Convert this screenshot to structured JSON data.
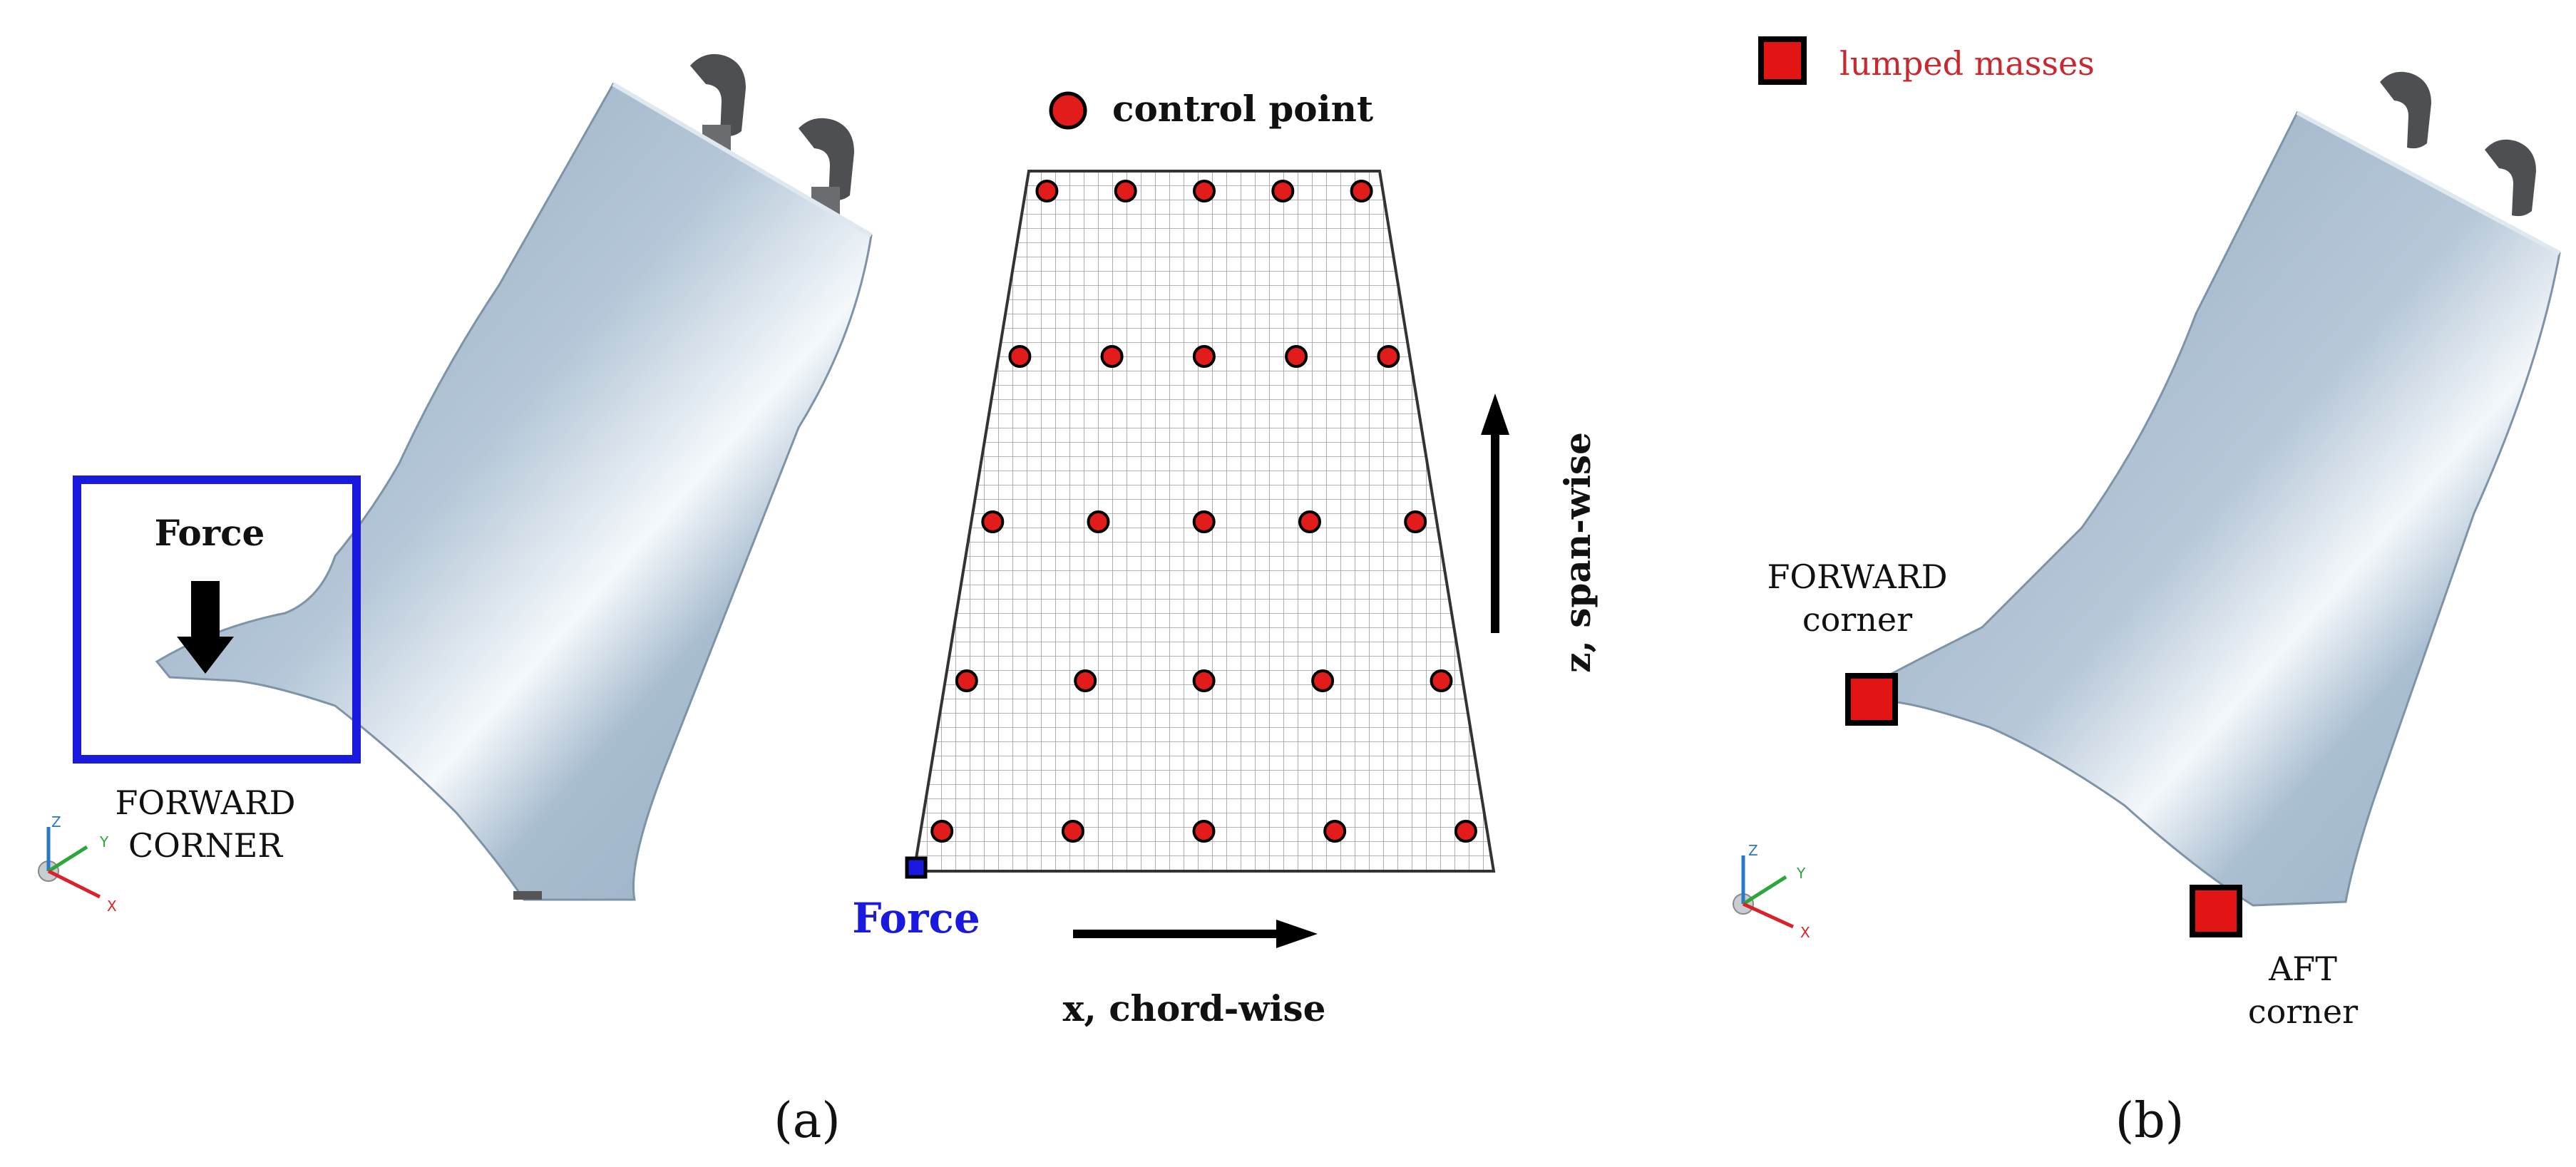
{
  "panel_a": {
    "label": "(a)",
    "blade": {
      "force_label": "Force",
      "corner_label_line1": "FORWARD",
      "corner_label_line2": "CORNER",
      "axis_triad": {
        "z": "Z",
        "y": "Y",
        "x": "X"
      }
    },
    "grid_diagram": {
      "legend_label": "control point",
      "force_label": "Force",
      "x_axis_label": "x, chord-wise",
      "z_axis_label": "z, span-wise",
      "control_point_rows": 5,
      "control_point_cols": 5
    }
  },
  "panel_b": {
    "label": "(b)",
    "legend_label": "lumped masses",
    "forward_label_line1": "FORWARD",
    "forward_label_line2": "corner",
    "aft_label_line1": "AFT",
    "aft_label_line2": "corner",
    "axis_triad": {
      "z": "Z",
      "y": "Y",
      "x": "X"
    }
  },
  "colors": {
    "control_point": "#e21b1b",
    "force_highlight": "#1a1adf",
    "blade_body": "#a9bdd0",
    "lumped_mass": "#e31414",
    "legend_text_b": "#c8282e"
  }
}
